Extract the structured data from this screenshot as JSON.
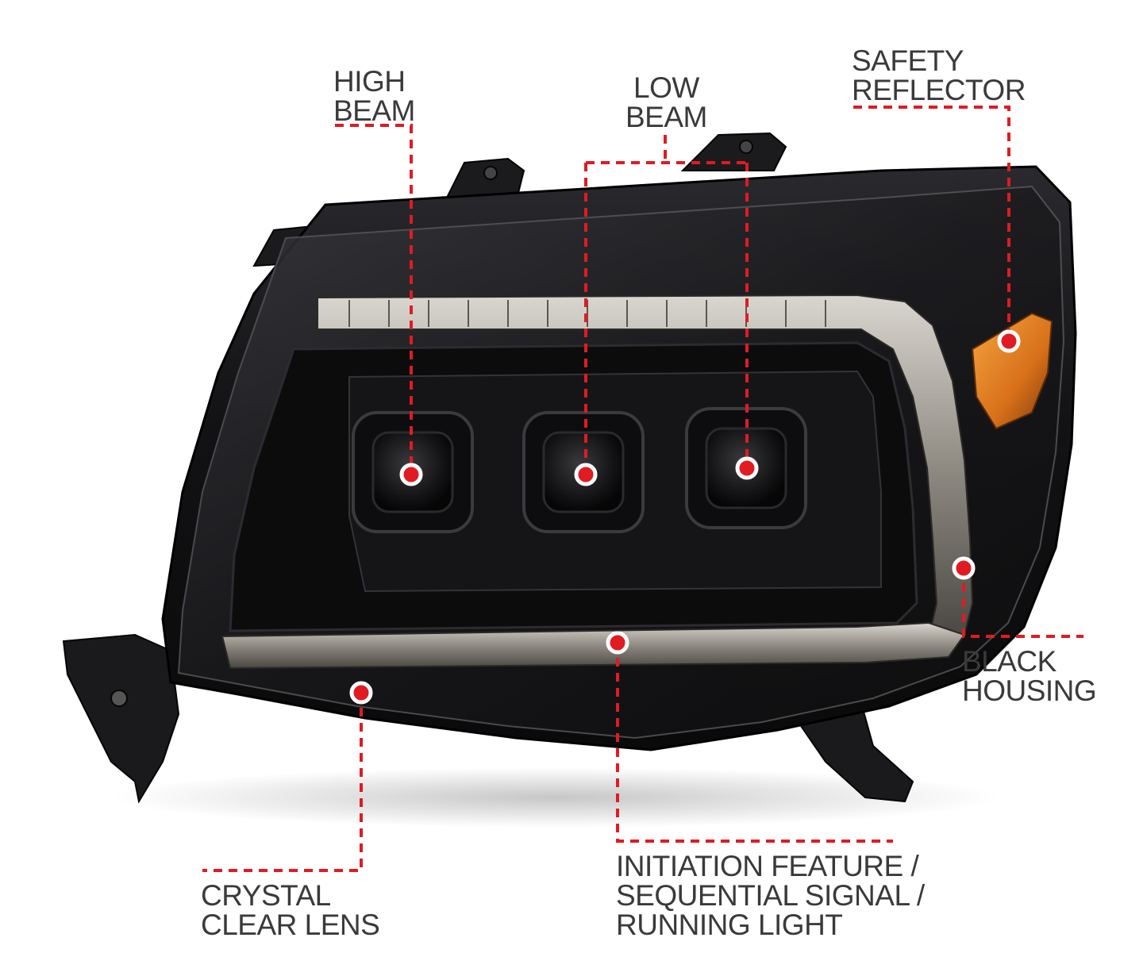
{
  "callouts": {
    "high_beam": [
      "HIGH",
      "BEAM"
    ],
    "low_beam": [
      "LOW",
      "BEAM"
    ],
    "safety_reflector": [
      "SAFETY",
      "REFLECTOR"
    ],
    "black_housing": [
      "BLACK",
      "HOUSING"
    ],
    "crystal_clear_lens": [
      "CRYSTAL",
      "CLEAR LENS"
    ],
    "initiation_feature": [
      "INITIATION FEATURE /",
      "SEQUENTIAL SIGNAL /",
      "RUNNING LIGHT"
    ]
  },
  "colors": {
    "accent": "#e01b22",
    "housing": "#121214",
    "text": "#3a3a3a",
    "reflector": "#e8851c"
  }
}
